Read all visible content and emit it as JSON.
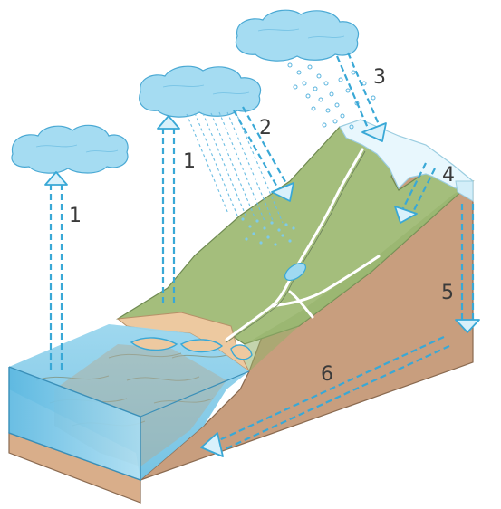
{
  "labels": {
    "evaporation_sea": "1",
    "evaporation_land": "1",
    "rain": "2",
    "snow": "3",
    "meltwater": "4",
    "infiltration": "5",
    "groundwater_flow": "6"
  },
  "colors": {
    "sky_water": "#39a8d6",
    "cloud": "#9fd9f1",
    "land_green": "#a3bd7a",
    "soil": "#c79d7c",
    "sand": "#ecc9a0",
    "sea": "#8ecde6",
    "snow": "#e6f6fc"
  }
}
